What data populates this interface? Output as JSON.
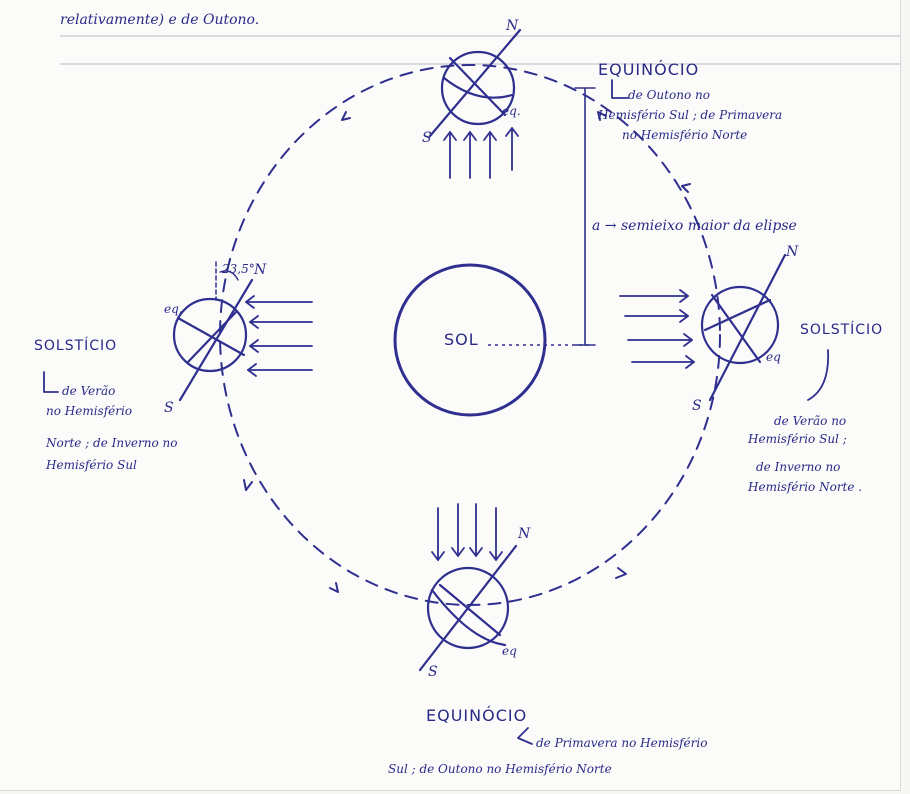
{
  "header": {
    "text": "relativamente) e de Outono."
  },
  "sun": {
    "label": "SOL"
  },
  "semi_axis": {
    "label": "a → semieixo maior da elipse"
  },
  "positions": {
    "top": {
      "title": "EQUINÓCIO",
      "lines": [
        "de Outono no",
        "Hemisfério Sul ; de Primavera",
        "no Hemisfério Norte"
      ],
      "pole_n": "N",
      "pole_s": "S",
      "eq": "eq."
    },
    "right": {
      "title": "SOLSTÍCIO",
      "lines": [
        "de Verão no",
        "Hemisfério Sul ;",
        "de Inverno no",
        "Hemisfério Norte ."
      ],
      "pole_n": "N",
      "pole_s": "S",
      "eq": "eq"
    },
    "left": {
      "title": "SOLSTÍCIO",
      "lines": [
        "de Verão",
        "no Hemisfério",
        "Norte ;  de Inverno no",
        "Hemisfério Sul"
      ],
      "pole_n": "N",
      "pole_s": "S",
      "eq": "eq.",
      "tilt": "23,5°"
    },
    "bottom": {
      "title": "EQUINÓCIO",
      "lines": [
        "de Primavera no Hemisfério",
        "Sul ; de Outono no Hemisfério Norte"
      ],
      "pole_n": "N",
      "pole_s": "S",
      "eq": "eq"
    }
  }
}
